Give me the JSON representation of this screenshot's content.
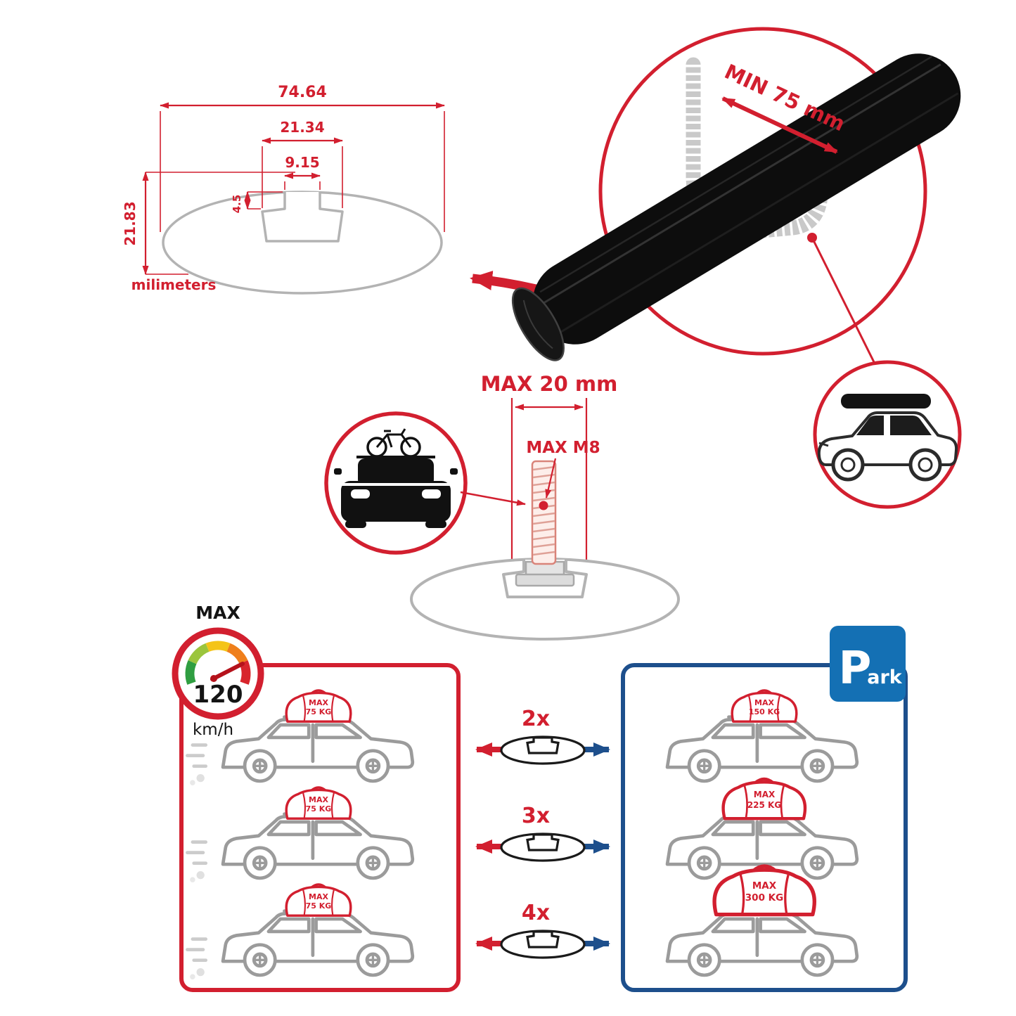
{
  "product_diagram": {
    "dimensions": {
      "total_width": "74.64",
      "channel_width": "21.34",
      "slot_width": "9.15",
      "slot_depth": "4.5",
      "total_height": "21.83",
      "unit": "milimeters"
    },
    "clamp": {
      "min_span": "MIN 75 mm"
    },
    "bolt": {
      "max_length": "MAX 20 mm",
      "max_thread": "MAX M8"
    },
    "speed": {
      "label": "MAX",
      "value": "120",
      "unit": "km/h"
    },
    "multipliers": [
      "2x",
      "3x",
      "4x"
    ],
    "left_cars": [
      {
        "line1": "MAX",
        "line2": "75 KG"
      },
      {
        "line1": "MAX",
        "line2": "75 KG"
      },
      {
        "line1": "MAX",
        "line2": "75 KG"
      }
    ],
    "right_cars": [
      {
        "line1": "MAX",
        "line2": "150 KG"
      },
      {
        "line1": "MAX",
        "line2": "225 KG"
      },
      {
        "line1": "MAX",
        "line2": "300 KG"
      }
    ],
    "park_sign": {
      "p": "P",
      "ark": "ark"
    },
    "colors": {
      "red": "#d21f2f",
      "box_blue": "#1d4f8c",
      "sign_blue": "#1470b4",
      "line_gray": "#9b9b9b"
    }
  }
}
